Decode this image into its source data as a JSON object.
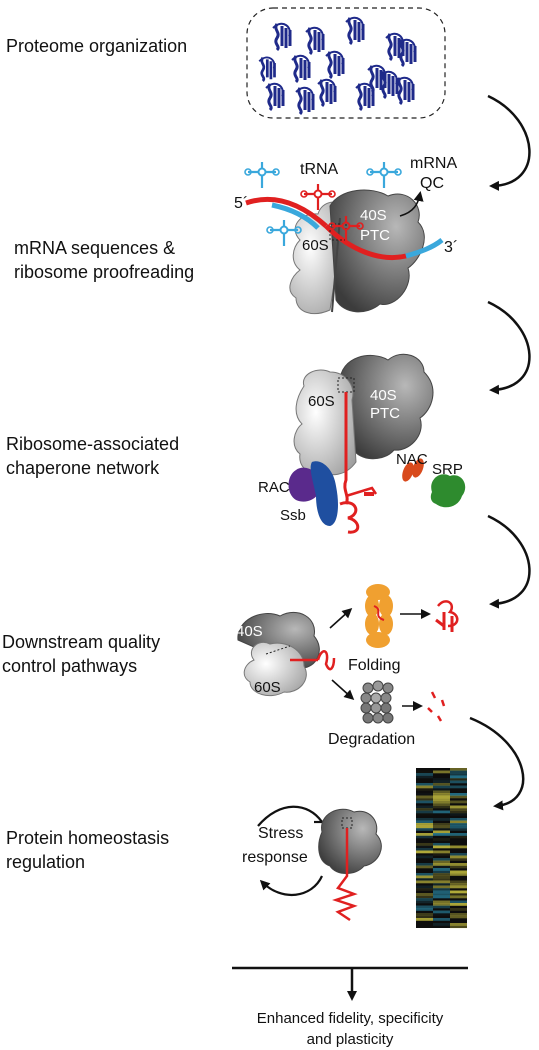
{
  "stages": [
    {
      "lines": [
        "Proteome organization"
      ]
    },
    {
      "lines": [
        "mRNA sequences &",
        "ribosome proofreading"
      ]
    },
    {
      "lines": [
        "Ribosome-associated",
        "chaperone network"
      ]
    },
    {
      "lines": [
        "Downstream quality",
        "control pathways"
      ]
    },
    {
      "lines": [
        "Protein homeostasis",
        "regulation"
      ]
    }
  ],
  "panel_labels": {
    "trna": "tRNA",
    "mrna_qc_1": "mRNA",
    "mrna_qc_2": "QC",
    "five_prime": "5´",
    "three_prime": "3´",
    "s40": "40S",
    "ptc": "PTC",
    "s60": "60S",
    "rac": "RAC",
    "ssb": "Ssb",
    "nac": "NAC",
    "srp": "SRP",
    "folding": "Folding",
    "degradation": "Degradation",
    "stress_1": "Stress",
    "stress_2": "response"
  },
  "outcome": {
    "lines": [
      "Enhanced fidelity, specificity",
      "and plasticity"
    ]
  },
  "colors": {
    "protein_blue": "#1f2a8a",
    "trna_blue": "#3aa8dc",
    "mrna_red": "#e02020",
    "ribosome_light": "#d9d9d9",
    "ribosome_dark": "#6a6a6a",
    "rac_purple": "#5a2a8c",
    "ssb_blue": "#1f4fa0",
    "nac_orange": "#d84a1c",
    "srp_green": "#2e8b2e",
    "chaperonin_orange": "#f0a030",
    "heatmap_yellow": "#c8c040",
    "heatmap_cyan": "#2a8aa8"
  }
}
